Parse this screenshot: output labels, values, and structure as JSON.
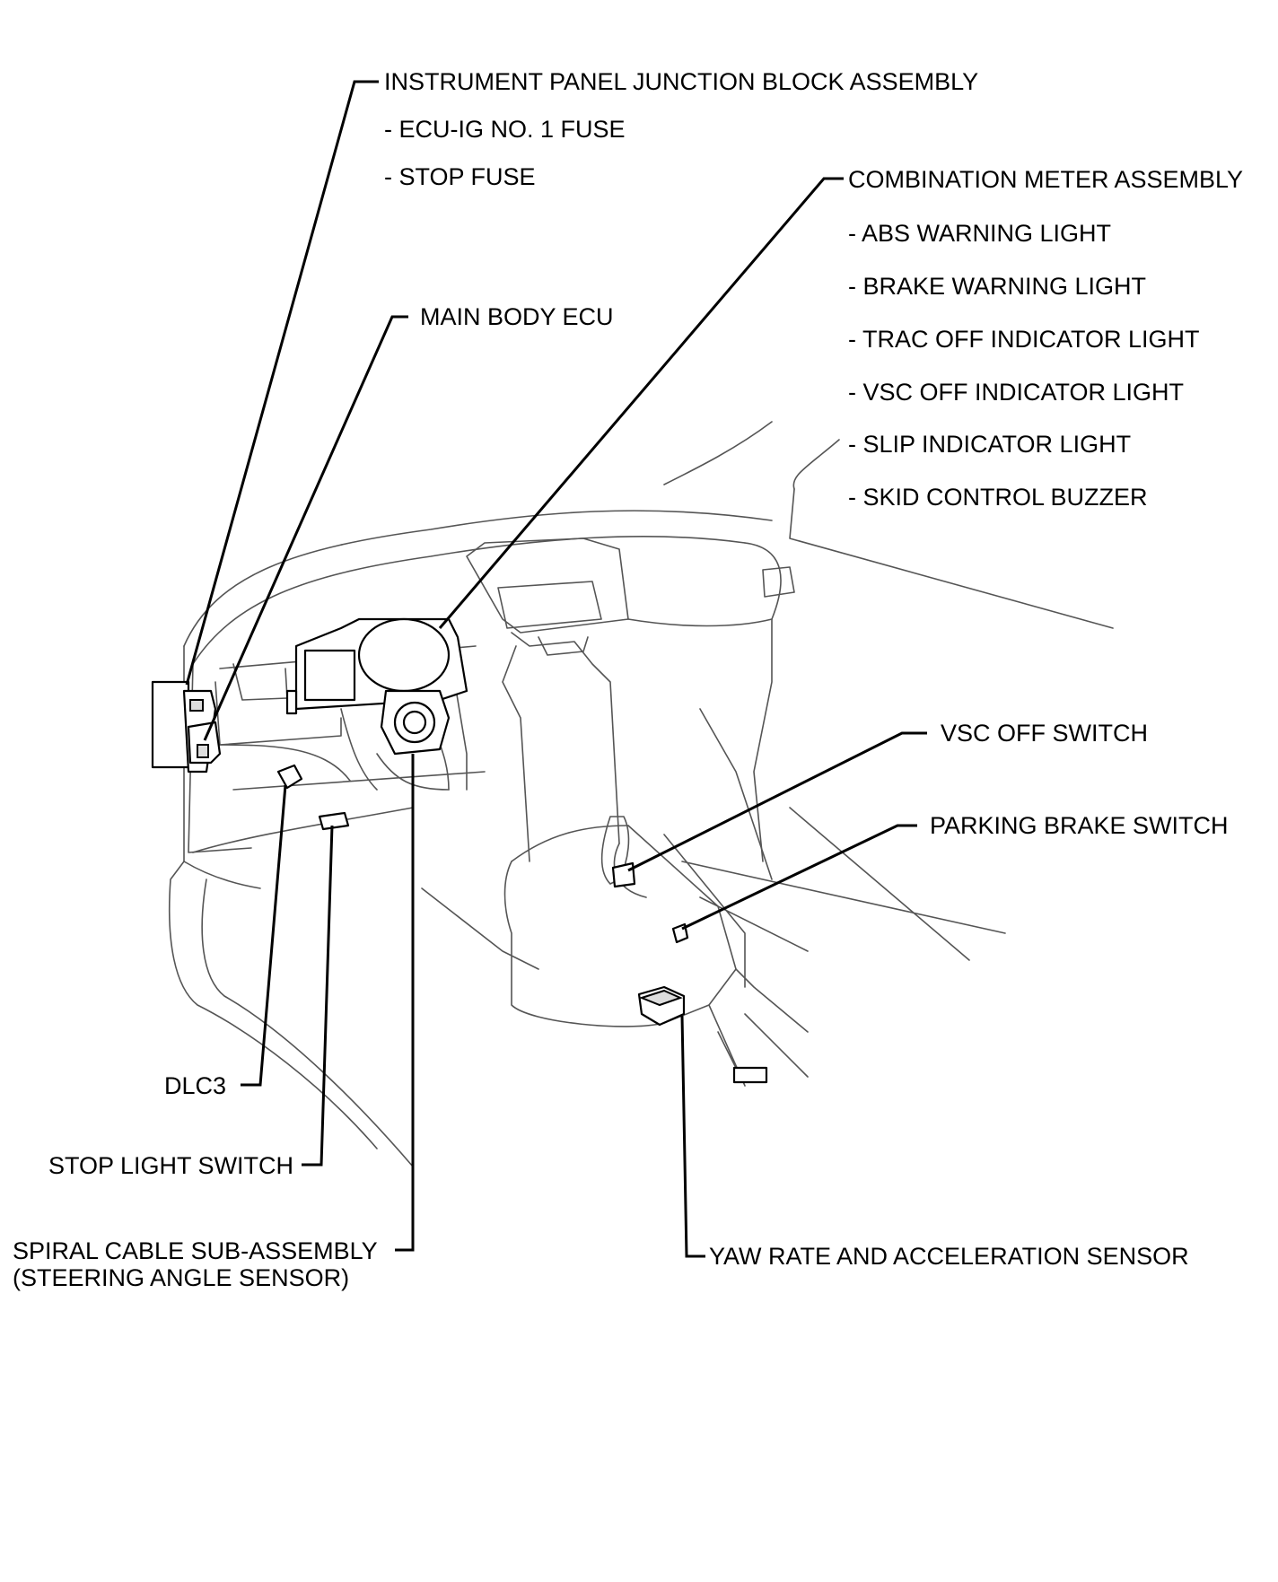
{
  "labels": {
    "junction_block": "INSTRUMENT PANEL JUNCTION BLOCK ASSEMBLY",
    "junction_sub1": "- ECU-IG NO. 1 FUSE",
    "junction_sub2": "- STOP FUSE",
    "main_body_ecu": "MAIN BODY ECU",
    "combination_meter": "COMBINATION METER ASSEMBLY",
    "meter_sub1": "- ABS WARNING LIGHT",
    "meter_sub2": "- BRAKE WARNING LIGHT",
    "meter_sub3": "- TRAC OFF INDICATOR LIGHT",
    "meter_sub4": "- VSC OFF INDICATOR LIGHT",
    "meter_sub5": "- SLIP INDICATOR LIGHT",
    "meter_sub6": "- SKID CONTROL BUZZER",
    "vsc_off_switch": "VSC OFF SWITCH",
    "parking_brake_switch": "PARKING BRAKE SWITCH",
    "dlc3": "DLC3",
    "stop_light_switch": "STOP LIGHT SWITCH",
    "spiral_cable_1": "SPIRAL CABLE SUB-ASSEMBLY",
    "spiral_cable_2": "(STEERING ANGLE SENSOR)",
    "yaw_rate_sensor": "YAW RATE AND ACCELERATION SENSOR"
  }
}
